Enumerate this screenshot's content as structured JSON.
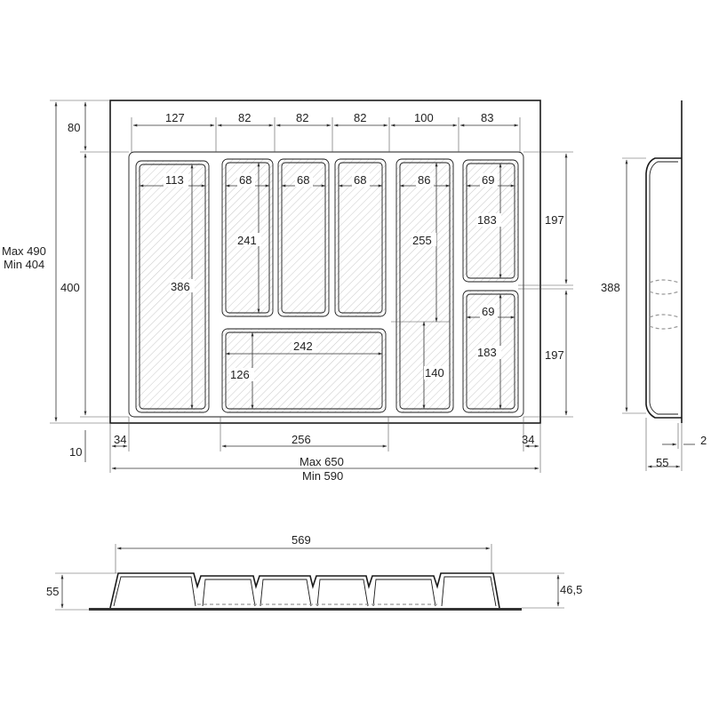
{
  "top_view": {
    "depth_range": {
      "max": "Max 490",
      "min": "Min 404"
    },
    "left_dims": {
      "back_gap": "80",
      "tray_depth": "400",
      "front_gap": "10"
    },
    "column_widths": [
      "127",
      "82",
      "82",
      "82",
      "100",
      "83"
    ],
    "inner_widths": [
      "113",
      "68",
      "68",
      "68",
      "86",
      "69",
      "69"
    ],
    "inner_lengths": [
      "386",
      "241",
      "255",
      "183",
      "183",
      "126",
      "140"
    ],
    "lower_compartment_width": "242",
    "bottom_dims": {
      "left_margin": "34",
      "center": "256",
      "right_margin": "34"
    },
    "width_range": {
      "max": "Max 650",
      "min": "Min 590"
    },
    "right_dims": {
      "upper": "197",
      "lower": "197"
    }
  },
  "side_view": {
    "length": "388",
    "height": "55",
    "wall": "2"
  },
  "front_view": {
    "length": "569",
    "height": "55",
    "inner_height": "46,5"
  }
}
